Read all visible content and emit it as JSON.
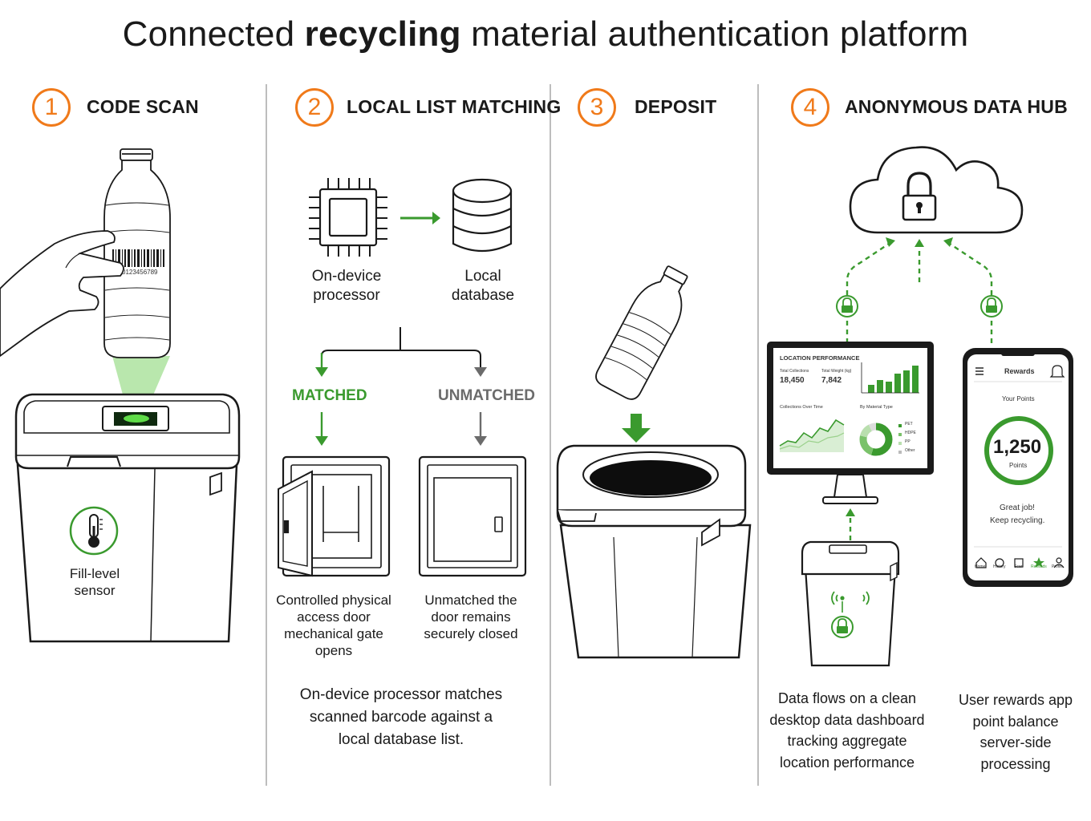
{
  "title": {
    "prefix": "Connected ",
    "bold": "recycling",
    "suffix": " material authentication platform"
  },
  "steps": [
    {
      "number": "1",
      "title": "CODE SCAN"
    },
    {
      "number": "2",
      "title": "LOCAL LIST MATCHING"
    },
    {
      "number": "3",
      "title": "DEPOSIT"
    },
    {
      "number": "4",
      "title": "ANONYMOUS DATA HUB"
    }
  ],
  "scan": {
    "barcode_number": "0123456789",
    "sensor_label_1": "Fill-level",
    "sensor_label_2": "sensor"
  },
  "matching": {
    "processor_1": "On-device",
    "processor_2": "processor",
    "database_1": "Local",
    "database_2": "database",
    "matched": "MATCHED",
    "unmatched": "UNMATCHED",
    "matched_cap": [
      "Controlled physical",
      "access door",
      "mechanical gate",
      "opens"
    ],
    "unmatched_cap": [
      "Unmatched the",
      "door remains",
      "securely closed"
    ],
    "summary": [
      "On-device processor matches",
      "scanned barcode against a",
      "local database list."
    ]
  },
  "dashboard": {
    "title": "LOCATION PERFORMANCE",
    "stat1_label": "Total Collections",
    "stat1_value": "18,450",
    "stat2_label": "Total Weight (kg)",
    "stat2_value": "7,842",
    "chart1_label": "Collections Over Time",
    "chart2_label": "By Material Type",
    "legend": [
      "PET",
      "HDPE",
      "PP",
      "Other"
    ]
  },
  "app": {
    "header": "Rewards",
    "points_label": "Your Points",
    "points_value": "1,250",
    "points_unit": "Points",
    "message_1": "Great job!",
    "message_2": "Keep recycling.",
    "nav": [
      "Home",
      "History",
      "Scan",
      "Rewards",
      "Profile"
    ]
  },
  "hub_captions": {
    "dashboard": [
      "Data flows on a clean",
      "desktop data dashboard",
      "tracking aggregate",
      "location performance"
    ],
    "app": [
      "User rewards app",
      "point balance",
      "server-side",
      "processing"
    ]
  },
  "colors": {
    "accent": "#f07a1a",
    "green": "#3a9a2e",
    "gray": "#6b6b6b"
  }
}
